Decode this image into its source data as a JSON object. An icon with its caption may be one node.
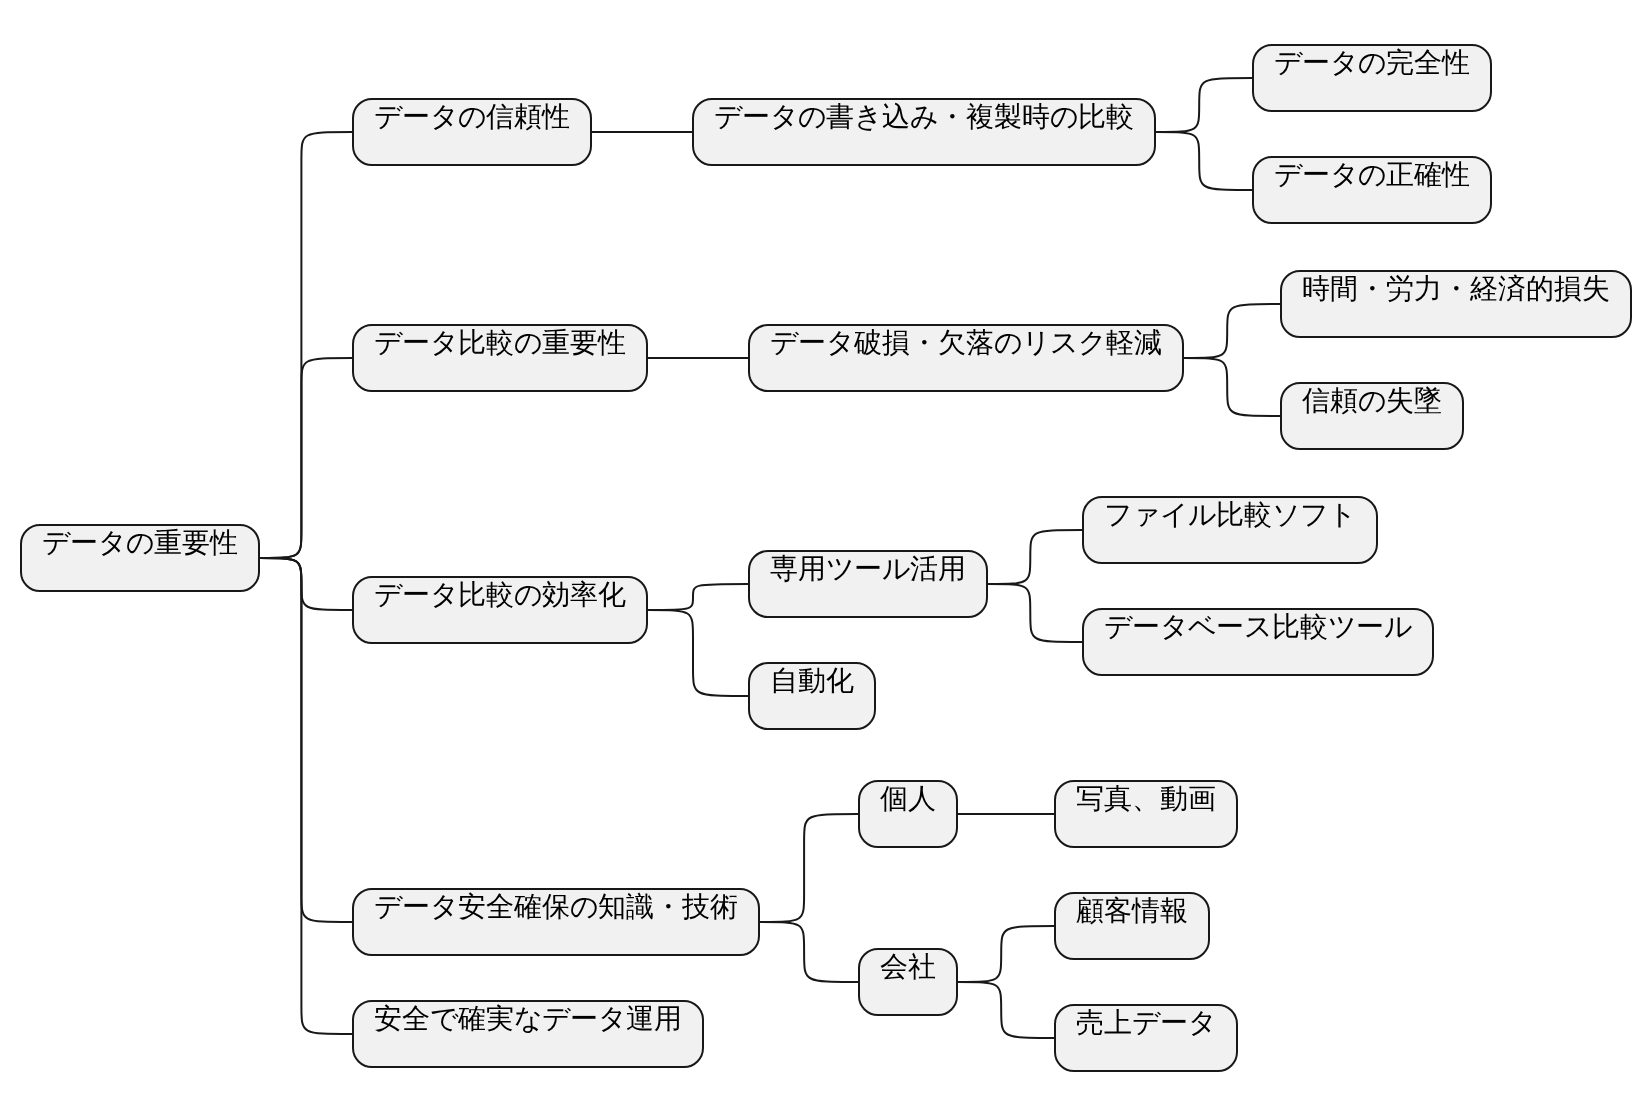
{
  "diagram": {
    "nodes": [
      {
        "text": [
          "データの重要性"
        ]
      },
      {
        "text": [
          "データの信頼性"
        ]
      },
      {
        "text": [
          "データの書き込み・複製時の比較"
        ]
      },
      {
        "text": [
          "データの完全性"
        ]
      },
      {
        "text": [
          "データの正確性"
        ]
      },
      {
        "text": [
          "データ比較の重要性"
        ]
      },
      {
        "text": [
          "データ破損・欠落のリスク軽減"
        ]
      },
      {
        "text": [
          "時間・労力・経済的損失"
        ]
      },
      {
        "text": [
          "信頼の失墜"
        ]
      },
      {
        "text": [
          "データ比較の効率化"
        ]
      },
      {
        "text": [
          "専用ツール活用"
        ]
      },
      {
        "text": [
          "ファイル比較ソフト"
        ]
      },
      {
        "text": [
          "データベース比較ツール"
        ]
      },
      {
        "text": [
          "自動化"
        ]
      },
      {
        "text": [
          "データ安全確保の知識・技術"
        ]
      },
      {
        "text": [
          "個人"
        ]
      },
      {
        "text": [
          "写真、動画"
        ]
      },
      {
        "text": [
          "会社"
        ]
      },
      {
        "text": [
          "顧客情報"
        ]
      },
      {
        "text": [
          "売上データ"
        ]
      },
      {
        "text": [
          "安全で確実なデータ運用"
        ]
      }
    ],
    "edges": [
      {
        "from": 0,
        "to": 1,
        "arrow": "none"
      },
      {
        "from": 1,
        "to": 2,
        "arrow": "none"
      },
      {
        "from": 2,
        "to": 3,
        "arrow": "none"
      },
      {
        "from": 2,
        "to": 4,
        "arrow": "none"
      },
      {
        "from": 0,
        "to": 5,
        "arrow": "none"
      },
      {
        "from": 5,
        "to": 6,
        "arrow": "none"
      },
      {
        "from": 6,
        "to": 7,
        "arrow": "none"
      },
      {
        "from": 6,
        "to": 8,
        "arrow": "none"
      },
      {
        "from": 0,
        "to": 9,
        "arrow": "none"
      },
      {
        "from": 9,
        "to": 10,
        "arrow": "none"
      },
      {
        "from": 10,
        "to": 11,
        "arrow": "none"
      },
      {
        "from": 10,
        "to": 12,
        "arrow": "none"
      },
      {
        "from": 9,
        "to": 13,
        "arrow": "none"
      },
      {
        "from": 0,
        "to": 14,
        "arrow": "none"
      },
      {
        "from": 14,
        "to": 15,
        "arrow": "none"
      },
      {
        "from": 15,
        "to": 16,
        "arrow": "none"
      },
      {
        "from": 14,
        "to": 17,
        "arrow": "none"
      },
      {
        "from": 17,
        "to": 18,
        "arrow": "none"
      },
      {
        "from": 17,
        "to": 19,
        "arrow": "none"
      },
      {
        "from": 0,
        "to": 20,
        "arrow": "none"
      }
    ]
  }
}
